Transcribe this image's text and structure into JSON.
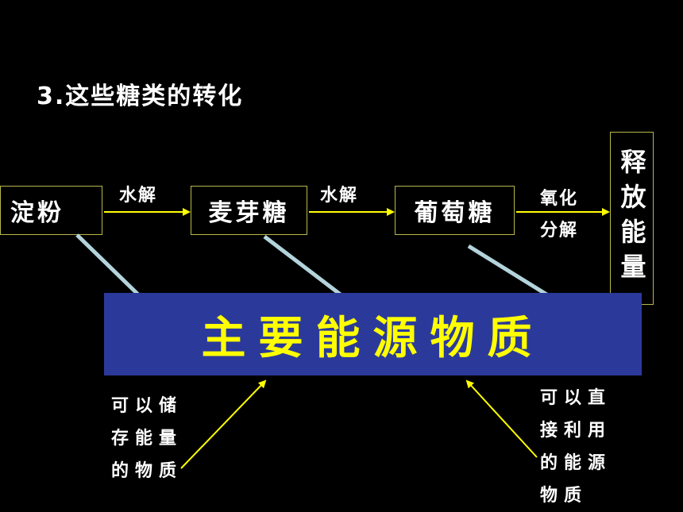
{
  "title": "3.这些糖类的转化",
  "boxes": {
    "starch": "淀粉",
    "maltose": "麦芽糖",
    "glucose": "葡萄糖",
    "energy": "释放能量"
  },
  "arrows": {
    "hydrolysis1": "水解",
    "hydrolysis2": "水解",
    "oxidation_line1": "氧化",
    "oxidation_line2": "分解"
  },
  "banner": "主要能源物质",
  "notes": {
    "left": [
      "可以储",
      "存能量",
      "的物质"
    ],
    "right": [
      "可以直",
      "接利用",
      "的能源",
      "物质"
    ]
  },
  "colors": {
    "background": "#000000",
    "banner_bg": "#2b3a9a",
    "banner_text": "#ffff00",
    "arrow": "#ffff00",
    "connector": "#b4d4dc",
    "box_border": "#b8b84a"
  }
}
